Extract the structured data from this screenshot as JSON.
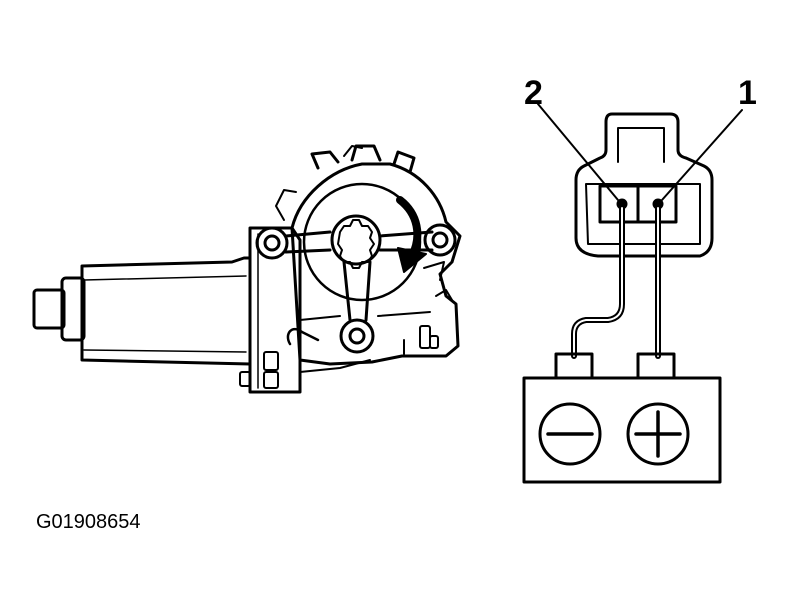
{
  "figure": {
    "code": "G01908654"
  },
  "connector": {
    "terminal_1": "1",
    "terminal_2": "2"
  },
  "battery": {
    "negative_symbol": "minus",
    "positive_symbol": "plus"
  },
  "motor": {
    "rotation_direction": "clockwise"
  },
  "colors": {
    "line": "#000000",
    "background": "#ffffff"
  }
}
